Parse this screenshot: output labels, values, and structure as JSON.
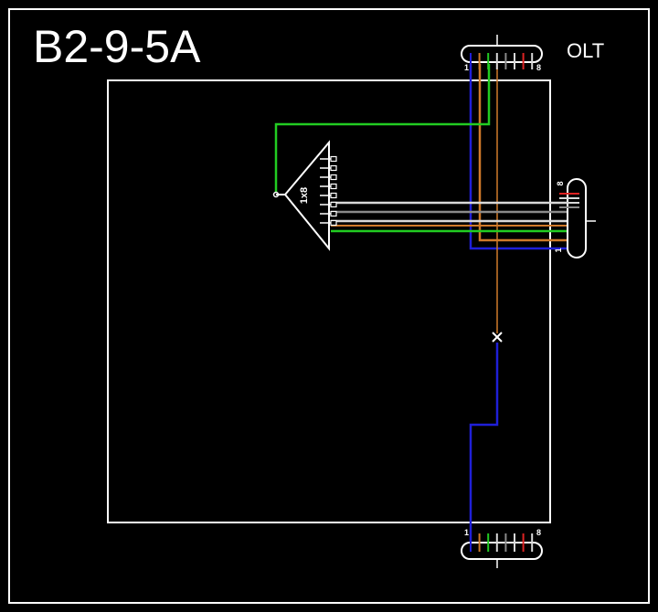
{
  "title": "B2-9-5A",
  "olt_label": "OLT",
  "splitter_ratio": "1x8",
  "connectors": {
    "top": {
      "pin_first": "1",
      "pin_last": "8"
    },
    "right": {
      "pin_first": "1",
      "pin_last": "8"
    },
    "bottom": {
      "pin_first": "1",
      "pin_last": "8"
    }
  },
  "colors": {
    "background": "#000000",
    "frame": "#ffffff",
    "blue": "#1f1fd8",
    "orange": "#d07a2a",
    "green": "#22cc22",
    "gray": "#8a8a8a",
    "white_fiber": "#d8d8d8",
    "red": "#dd2222"
  },
  "top_connector_fibers": [
    "blue",
    "orange",
    "green",
    "white_fiber",
    "gray",
    "white_fiber",
    "red",
    "white_fiber"
  ],
  "bottom_connector_fibers": [
    "blue",
    "orange",
    "green",
    "white_fiber",
    "gray",
    "white_fiber",
    "red",
    "white_fiber"
  ],
  "right_connector_fibers": [
    "red",
    "white_fiber",
    "white_fiber",
    "gray"
  ],
  "splitter_port_lines": [
    "white_fiber",
    "gray",
    "white_fiber",
    "orange",
    "green"
  ],
  "icons": [
    "cut-mark-icon",
    "splitter-icon"
  ]
}
